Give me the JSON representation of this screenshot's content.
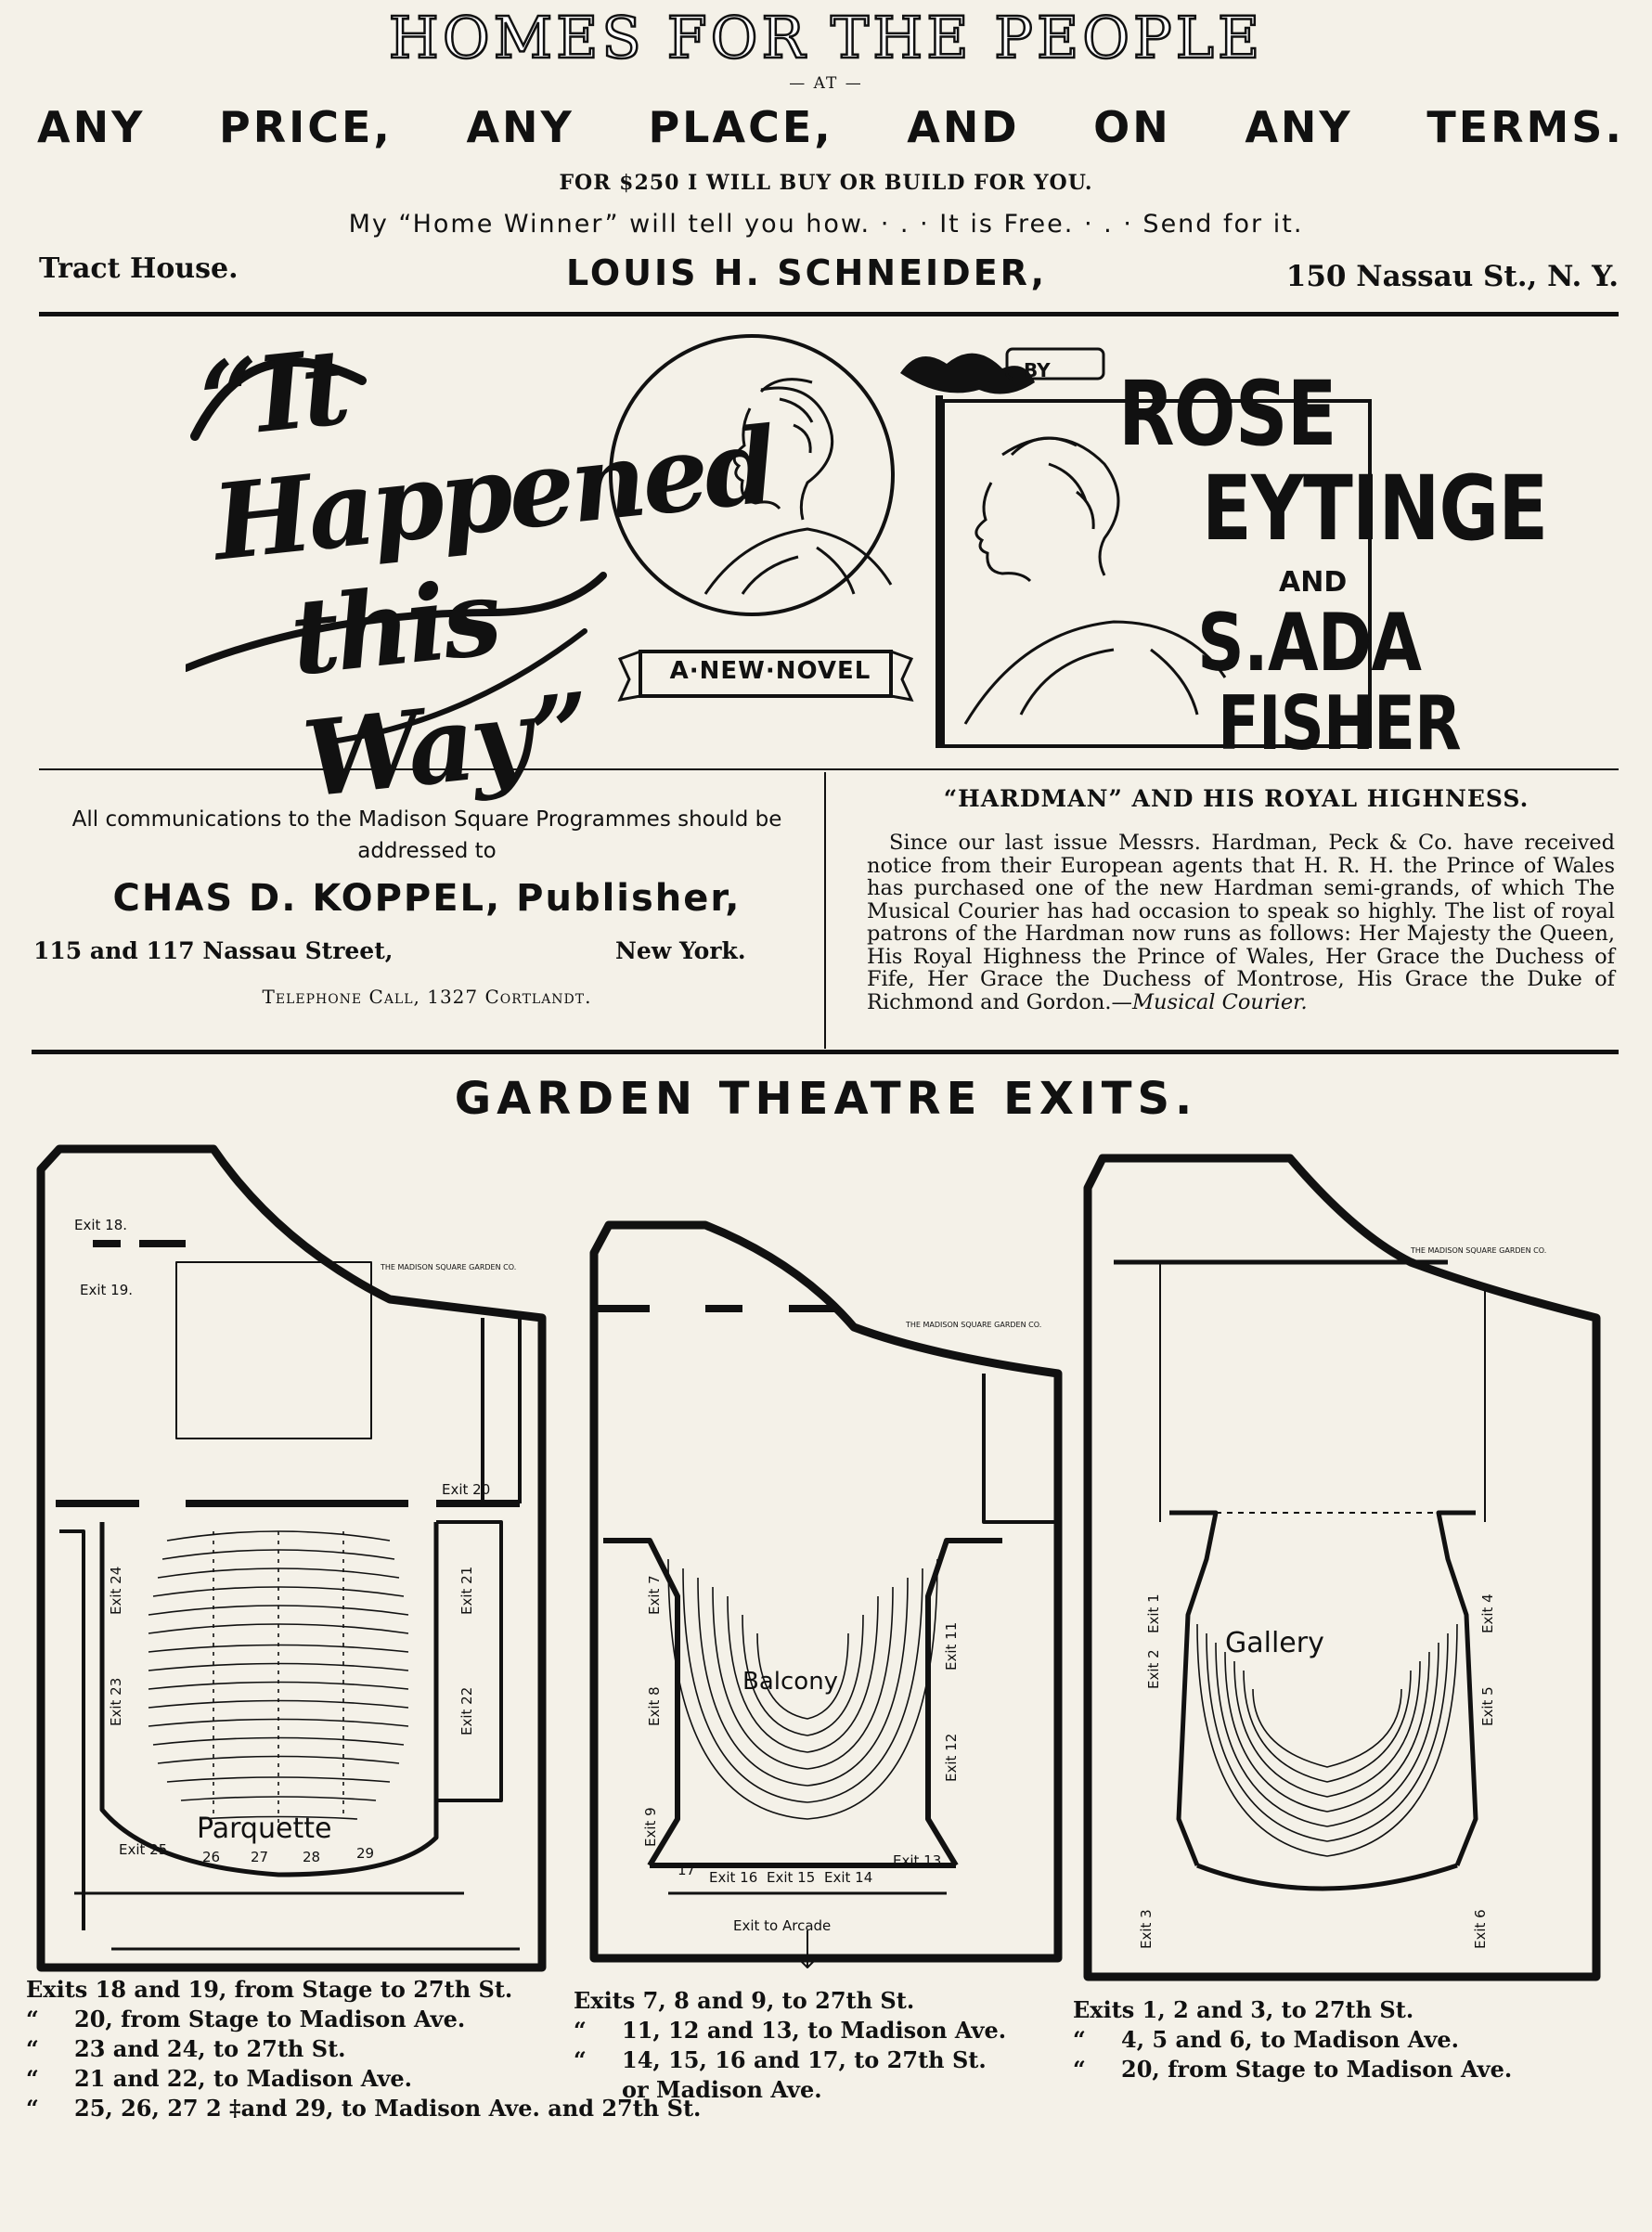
{
  "advert": {
    "title": "HOMES FOR THE PEOPLE",
    "at": "— AT —",
    "subtitle_words": [
      "ANY",
      "PRICE,",
      "ANY",
      "PLACE,",
      "AND",
      "ON",
      "ANY",
      "TERMS."
    ],
    "offer": "FOR $250 I WILL BUY OR BUILD FOR YOU.",
    "home_winner": "My “Home Winner” will tell you how.  ⋅ . ⋅  It is Free.  ⋅ . ⋅  Send for it.",
    "left": "Tract House.",
    "name": "LOUIS H. SCHNEIDER,",
    "address": "150 Nassau St., N. Y."
  },
  "novel": {
    "title_line1": "“It Happened",
    "title_line2": "this Way”",
    "tag": "A·NEW·NOVEL",
    "by": "BY",
    "author1_line1": "ROSE",
    "author1_line2": "EYTINGE",
    "and": "AND",
    "author2_line1": "S.ADA",
    "author2_line2": "FISHER"
  },
  "communications": {
    "notice": "All communications to the Madison Square Programmes should be addressed to",
    "publisher": "CHAS D. KOPPEL, Publisher,",
    "address": "115 and 117 Nassau Street,",
    "city": "New York.",
    "telephone": "Telephone Call, 1327 Cortlandt."
  },
  "article": {
    "title": "“HARDMAN” AND HIS ROYAL HIGHNESS.",
    "body": "Since our last issue Messrs. Hardman, Peck & Co. have received notice from their European agents that H. R. H. the Prince of Wales has purchased one of the new Hardman semi-grands, of which The Musical Courier has had occasion to speak so highly. The list of royal patrons of the Hardman now runs as follows: Her Majesty the Queen, His Royal Highness the Prince of Wales, Her Grace the Duchess of Fife, Her Grace the Duchess of Montrose, His Grace the Duke of Richmond and Gordon.—",
    "source": "Musical Courier."
  },
  "theatre": {
    "title": "GARDEN THEATRE EXITS.",
    "plan_names": [
      "Parquette",
      "Balcony",
      "Gallery"
    ],
    "plan1_labels": [
      "Exit 18.",
      "Exit 19.",
      "Exit 20",
      "Exit 24",
      "Exit 23",
      "Exit 21",
      "Exit 22",
      "Exit 25",
      "26",
      "27",
      "28",
      "29"
    ],
    "plan2_labels": [
      "Exit 7",
      "Exit 8",
      "Exit 9",
      "Exit 11",
      "Exit 12",
      "Exit 13",
      "Exit 16",
      "Exit 15",
      "Exit 14",
      "17",
      "Exit to Arcade"
    ],
    "plan3_labels": [
      "Exit 1",
      "Exit 2",
      "Exit 3",
      "Exit 4",
      "Exit 5",
      "Exit 6"
    ],
    "stamp": "THE MADISON SQUARE GARDEN CO."
  },
  "captions": {
    "col1": [
      {
        "q": "",
        "text": "Exits 18 and 19, from Stage to 27th St."
      },
      {
        "q": "“",
        "text": "20, from Stage to Madison Ave."
      },
      {
        "q": "“",
        "text": "23 and 24, to 27th St."
      },
      {
        "q": "“",
        "text": "21 and 22, to Madison Ave."
      },
      {
        "q": "“",
        "text": "25, 26, 27  2 ‡and 29, to Madison Ave. and 27th St."
      }
    ],
    "col2": [
      {
        "q": "",
        "text": "Exits 7, 8 and 9, to 27th St."
      },
      {
        "q": "“",
        "text": "11, 12 and 13, to Madison Ave."
      },
      {
        "q": "“",
        "text": "14, 15, 16 and 17, to 27th St."
      },
      {
        "q": "",
        "text": "or Madison Ave."
      }
    ],
    "col3": [
      {
        "q": "",
        "text": "Exits 1, 2 and 3, to 27th St."
      },
      {
        "q": "“",
        "text": "4, 5 and 6, to Madison Ave."
      },
      {
        "q": "“",
        "text": "20, from Stage to Madison Ave."
      }
    ]
  },
  "colors": {
    "ink": "#111111",
    "paper": "#f4f1e8"
  }
}
